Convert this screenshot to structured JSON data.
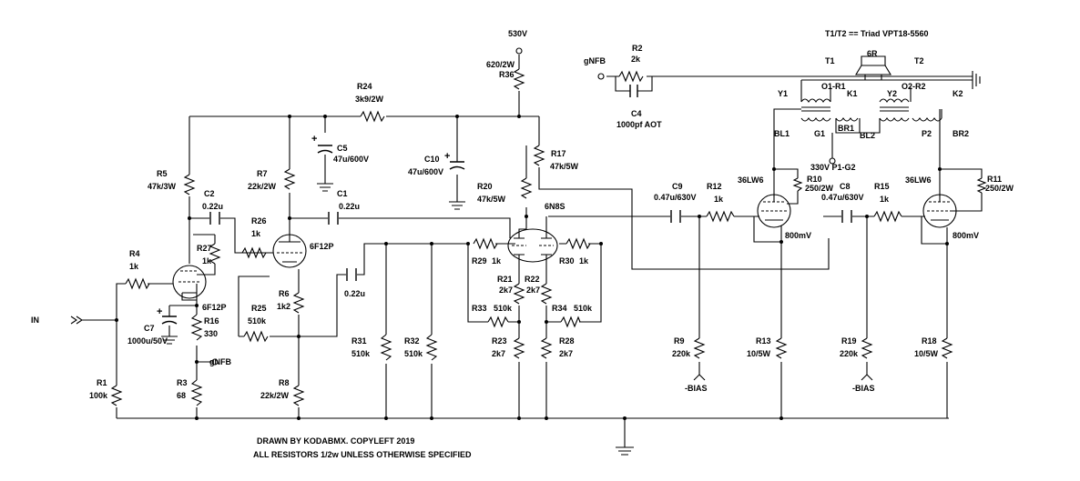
{
  "supply": {
    "voltage": "530V"
  },
  "transformer": {
    "note": "T1/T2 == Triad VPT18-5560",
    "t1": "T1",
    "t2": "T2",
    "speaker": "6R",
    "y1": "Y1",
    "y2": "Y2",
    "k1": "K1",
    "k2": "K2",
    "o1r1": "O1-R1",
    "o2r2": "O2-R2",
    "bl1": "BL1",
    "br1": "BR1",
    "bl2": "BL2",
    "br2": "BR2",
    "g1": "G1",
    "p2": "P2",
    "p1g2": "330V P1-G2"
  },
  "nfb": {
    "gnfb_top": "gNFB",
    "gnfb_bottom": "gNFB",
    "r2_name": "R2",
    "r2_val": "2k",
    "c4_name": "C4",
    "c4_val": "1000pf AOT"
  },
  "input": {
    "label": "IN"
  },
  "tubes": {
    "v1": "6F12P",
    "v2": "6F12P",
    "v3": "6N8S",
    "v4": "36LW6",
    "v5": "36LW6"
  },
  "bias": {
    "left": "-BIAS",
    "right": "-BIAS"
  },
  "cathode_v": {
    "left": "800mV",
    "right": "800mV"
  },
  "components": [
    {
      "id": "r36",
      "name": "R36",
      "value": "620/2W"
    },
    {
      "id": "r24",
      "name": "R24",
      "value": "3k9/2W"
    },
    {
      "id": "c5",
      "name": "C5",
      "value": "47u/600V"
    },
    {
      "id": "c10",
      "name": "C10",
      "value": "47u/600V"
    },
    {
      "id": "r17",
      "name": "R17",
      "value": "47k/5W"
    },
    {
      "id": "r20",
      "name": "R20",
      "value": "47k/5W"
    },
    {
      "id": "r5",
      "name": "R5",
      "value": "47k/3W"
    },
    {
      "id": "r7",
      "name": "R7",
      "value": "22k/2W"
    },
    {
      "id": "c2",
      "name": "C2",
      "value": "0.22u"
    },
    {
      "id": "c1",
      "name": "C1",
      "value": "0.22u"
    },
    {
      "id": "r26",
      "name": "R26",
      "value": "1k"
    },
    {
      "id": "r27",
      "name": "R27",
      "value": "1k"
    },
    {
      "id": "r4",
      "name": "R4",
      "value": "1k"
    },
    {
      "id": "c7",
      "name": "C7",
      "value": "1000u/50V"
    },
    {
      "id": "r16",
      "name": "R16",
      "value": "330"
    },
    {
      "id": "r25",
      "name": "R25",
      "value": "510k"
    },
    {
      "id": "r6",
      "name": "R6",
      "value": "1k2"
    },
    {
      "id": "c3",
      "name": "",
      "value": "0.22u"
    },
    {
      "id": "r1",
      "name": "R1",
      "value": "100k"
    },
    {
      "id": "r3",
      "name": "R3",
      "value": "68"
    },
    {
      "id": "r8",
      "name": "R8",
      "value": "22k/2W"
    },
    {
      "id": "r31",
      "name": "R31",
      "value": "510k"
    },
    {
      "id": "r32",
      "name": "R32",
      "value": "510k"
    },
    {
      "id": "r29",
      "name": "R29",
      "value": "1k"
    },
    {
      "id": "r30",
      "name": "R30",
      "value": "1k"
    },
    {
      "id": "r21",
      "name": "R21",
      "value": "2k7"
    },
    {
      "id": "r22",
      "name": "R22",
      "value": "2k7"
    },
    {
      "id": "r33",
      "name": "R33",
      "value": "510k"
    },
    {
      "id": "r34",
      "name": "R34",
      "value": "510k"
    },
    {
      "id": "r23",
      "name": "R23",
      "value": "2k7"
    },
    {
      "id": "r28",
      "name": "R28",
      "value": "2k7"
    },
    {
      "id": "c9",
      "name": "C9",
      "value": "0.47u/630V"
    },
    {
      "id": "r12",
      "name": "R12",
      "value": "1k"
    },
    {
      "id": "c8",
      "name": "C8",
      "value": "0.47u/630V"
    },
    {
      "id": "r15",
      "name": "R15",
      "value": "1k"
    },
    {
      "id": "r10",
      "name": "R10",
      "value": "250/2W"
    },
    {
      "id": "r11",
      "name": "R11",
      "value": "250/2W"
    },
    {
      "id": "r9",
      "name": "R9",
      "value": "220k"
    },
    {
      "id": "r13",
      "name": "R13",
      "value": "10/5W"
    },
    {
      "id": "r19",
      "name": "R19",
      "value": "220k"
    },
    {
      "id": "r18",
      "name": "R18",
      "value": "10/5W"
    }
  ],
  "credits": {
    "line1": "DRAWN BY KODABMX. COPYLEFT 2019",
    "line2": "ALL RESISTORS 1/2w UNLESS OTHERWISE SPECIFIED"
  }
}
